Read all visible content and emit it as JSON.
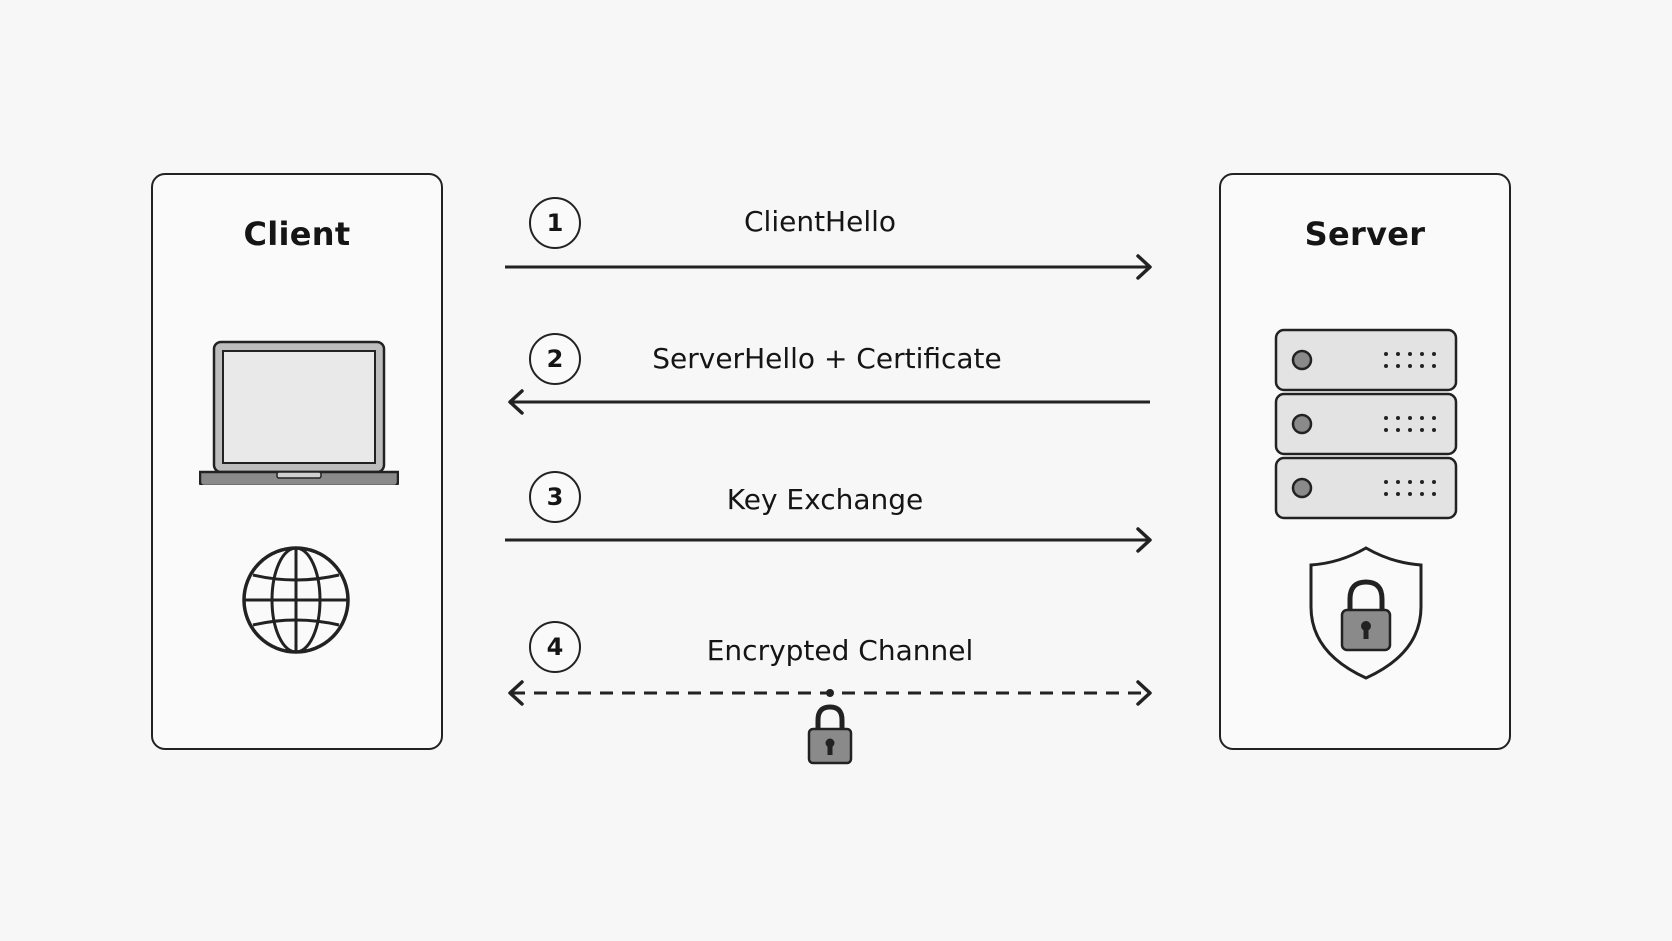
{
  "client": {
    "title": "Client",
    "icons": [
      "laptop-icon",
      "globe-icon"
    ]
  },
  "server": {
    "title": "Server",
    "icons": [
      "server-rack-icon",
      "shield-lock-icon"
    ]
  },
  "steps": [
    {
      "number": "1",
      "label": "ClientHello",
      "direction": "client-to-server",
      "style": "solid"
    },
    {
      "number": "2",
      "label": "ServerHello + Certificate",
      "direction": "server-to-client",
      "style": "solid"
    },
    {
      "number": "3",
      "label": "Key Exchange",
      "direction": "client-to-server",
      "style": "solid"
    },
    {
      "number": "4",
      "label": "Encrypted Channel",
      "direction": "bidirectional",
      "style": "dashed",
      "icon": "padlock-icon"
    }
  ],
  "colors": {
    "background": "#f7f7f7",
    "stroke": "#222222",
    "icon_fill_light": "#e8e8e8",
    "icon_fill_dark": "#8a8a8a"
  }
}
